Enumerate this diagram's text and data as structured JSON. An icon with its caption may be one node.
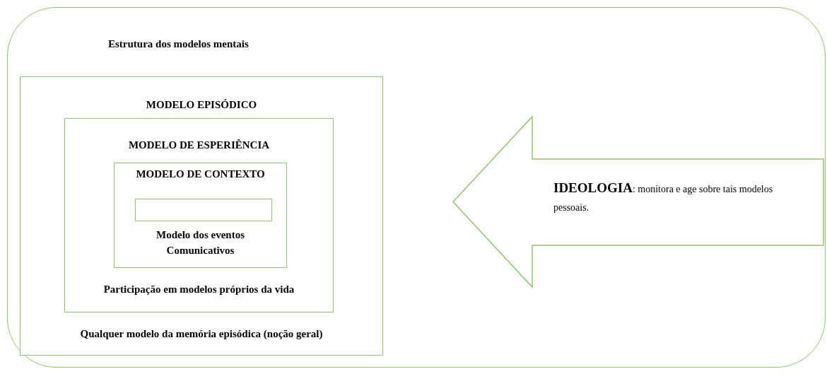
{
  "diagram": {
    "nodes": [
      {
        "text": [
          "Estrutura dos modelos mentais"
        ]
      },
      {
        "text": [
          "MODELO EPISÓDICO",
          "Qualquer modelo da memória episódica (noção geral)"
        ],
        "in": 0
      },
      {
        "text": [
          "MODELO DE ESPERIÊNCIA",
          "Participação em modelos próprios da vida"
        ],
        "in": 1
      },
      {
        "text": [
          "MODELO DE CONTEXTO",
          "Modelo dos eventos Comunicativos"
        ],
        "in": 2
      },
      {
        "text": [],
        "shape": "box",
        "in": 3
      },
      {
        "text": [
          "**IDEOLOGIA**: monitora e age sobre tais modelos pessoais."
        ],
        "in": 0
      }
    ],
    "edges": []
  }
}
